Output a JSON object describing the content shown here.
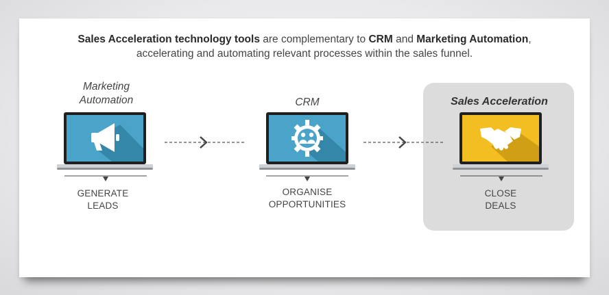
{
  "intro": {
    "p1": "Sales Acceleration technology tools",
    "p2": " are complementary to ",
    "p3": "CRM",
    "p4": " and ",
    "p5": "Marketing Automation",
    "p6": ",",
    "line2": "accelerating and automating relevant processes within the sales funnel."
  },
  "stages": [
    {
      "title_line1": "Marketing",
      "title_line2": "Automation",
      "icon": "megaphone-icon",
      "screen_color": "#4aa3c8",
      "caption_line1": "GENERATE",
      "caption_line2": "LEADS"
    },
    {
      "title_line1": "CRM",
      "icon": "gear-people-icon",
      "screen_color": "#4aa3c8",
      "caption_line1": "ORGANISE",
      "caption_line2": "OPPORTUNITIES"
    },
    {
      "title_line1": "Sales Acceleration",
      "icon": "handshake-icon",
      "screen_color": "#f3be22",
      "caption_line1": "CLOSE",
      "caption_line2": "DEALS"
    }
  ],
  "colors": {
    "screen_blue": "#4aa3c8",
    "screen_yellow": "#f3be22",
    "highlight_box": "#dcdcdc",
    "text": "#444444"
  }
}
